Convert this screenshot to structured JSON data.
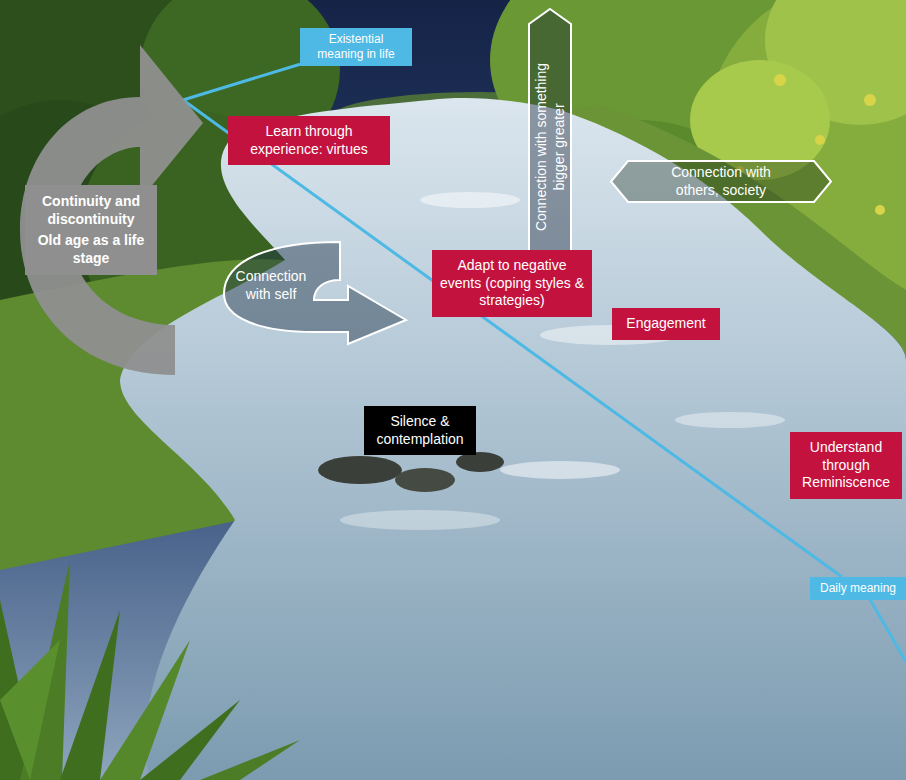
{
  "diagram": {
    "nodes": [
      {
        "text": [
          "Existential meaning in life"
        ]
      },
      {
        "text": [
          "Connection with something bigger greater"
        ]
      },
      {
        "text": [
          "Continuity and discontinuity",
          "Old age as a life stage"
        ]
      },
      {
        "text": [
          "Connection with others, society"
        ]
      },
      {
        "text": [
          "Learn through experience: virtues"
        ]
      },
      {
        "text": [
          "Adapt to negative events (coping styles & strategies)"
        ]
      },
      {
        "text": [
          "Engagement"
        ]
      },
      {
        "text": [
          "Connection with self"
        ]
      },
      {
        "text": [
          "Daily meaning"
        ]
      },
      {
        "text": [
          "Silence & contemplation"
        ]
      },
      {
        "text": [
          "Understand through Reminiscence"
        ]
      }
    ],
    "edges": [
      {
        "from": 0,
        "to": 8,
        "arrow": "none"
      }
    ]
  }
}
